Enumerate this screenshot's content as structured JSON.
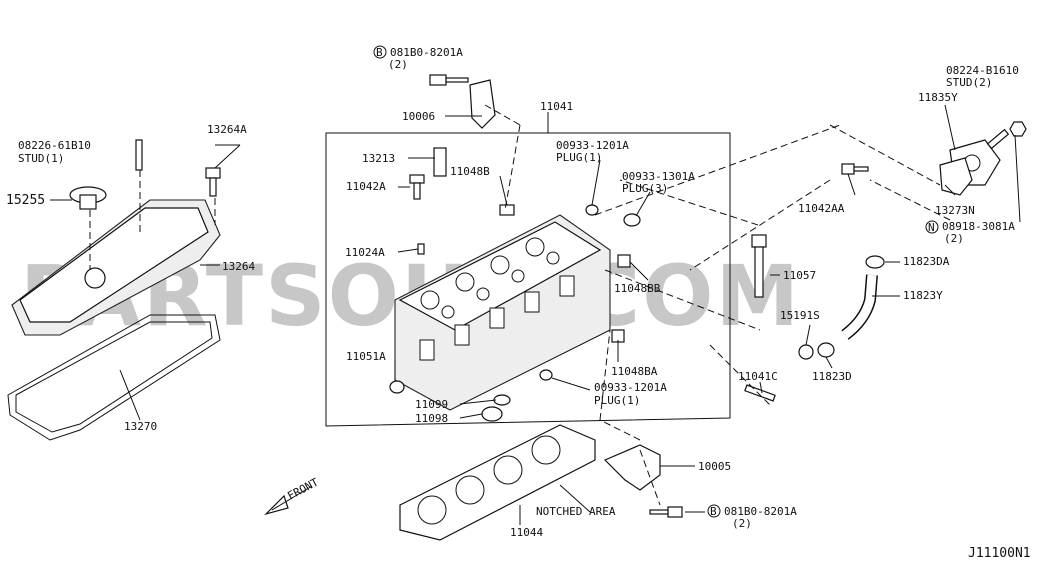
{
  "diagram_id": "J11100N1",
  "watermark": "PARTSOUQ.COM",
  "front_label": "FRONT",
  "labels": {
    "p081b0_top": "081B0-8201A",
    "p081b0_top_qty": "(2)",
    "p10006": "10006",
    "p11041": "11041",
    "p00933_1201a_a": "00933-1201A",
    "plug1_a": "PLUG(1)",
    "p13213": "13213",
    "p11042a": "11042A",
    "p11048b": "11048B",
    "p00933_1301a": "00933-1301A",
    "plug3": "PLUG(3)",
    "p11024a": "11024A",
    "p11048bb": "11048BB",
    "p11051a": "11051A",
    "p11048ba": "11048BA",
    "p00933_1201a_b": "00933-1201A",
    "plug1_b": "PLUG(1)",
    "p11099": "11099",
    "p11098": "11098",
    "p08226": "08226-61B10",
    "stud1": "STUD(1)",
    "p13264a": "13264A",
    "p15255": "15255",
    "p13264": "13264",
    "p13270": "13270",
    "p08224": "08224-B1610",
    "stud2": "STUD(2)",
    "p11835y": "11835Y",
    "p11042aa": "11042AA",
    "p13273n": "13273N",
    "p08918": "08918-3081A",
    "p08918_qty": "(2)",
    "p11823da": "11823DA",
    "p11057": "11057",
    "p11823y": "11823Y",
    "p15191s": "15191S",
    "p11823d": "11823D",
    "p11041c": "11041C",
    "p10005": "10005",
    "p081b0_bot": "081B0-8201A",
    "p081b0_bot_qty": "(2)",
    "notched": "NOTCHED AREA",
    "p11044": "11044",
    "circle_b": "B",
    "circle_n": "N"
  }
}
